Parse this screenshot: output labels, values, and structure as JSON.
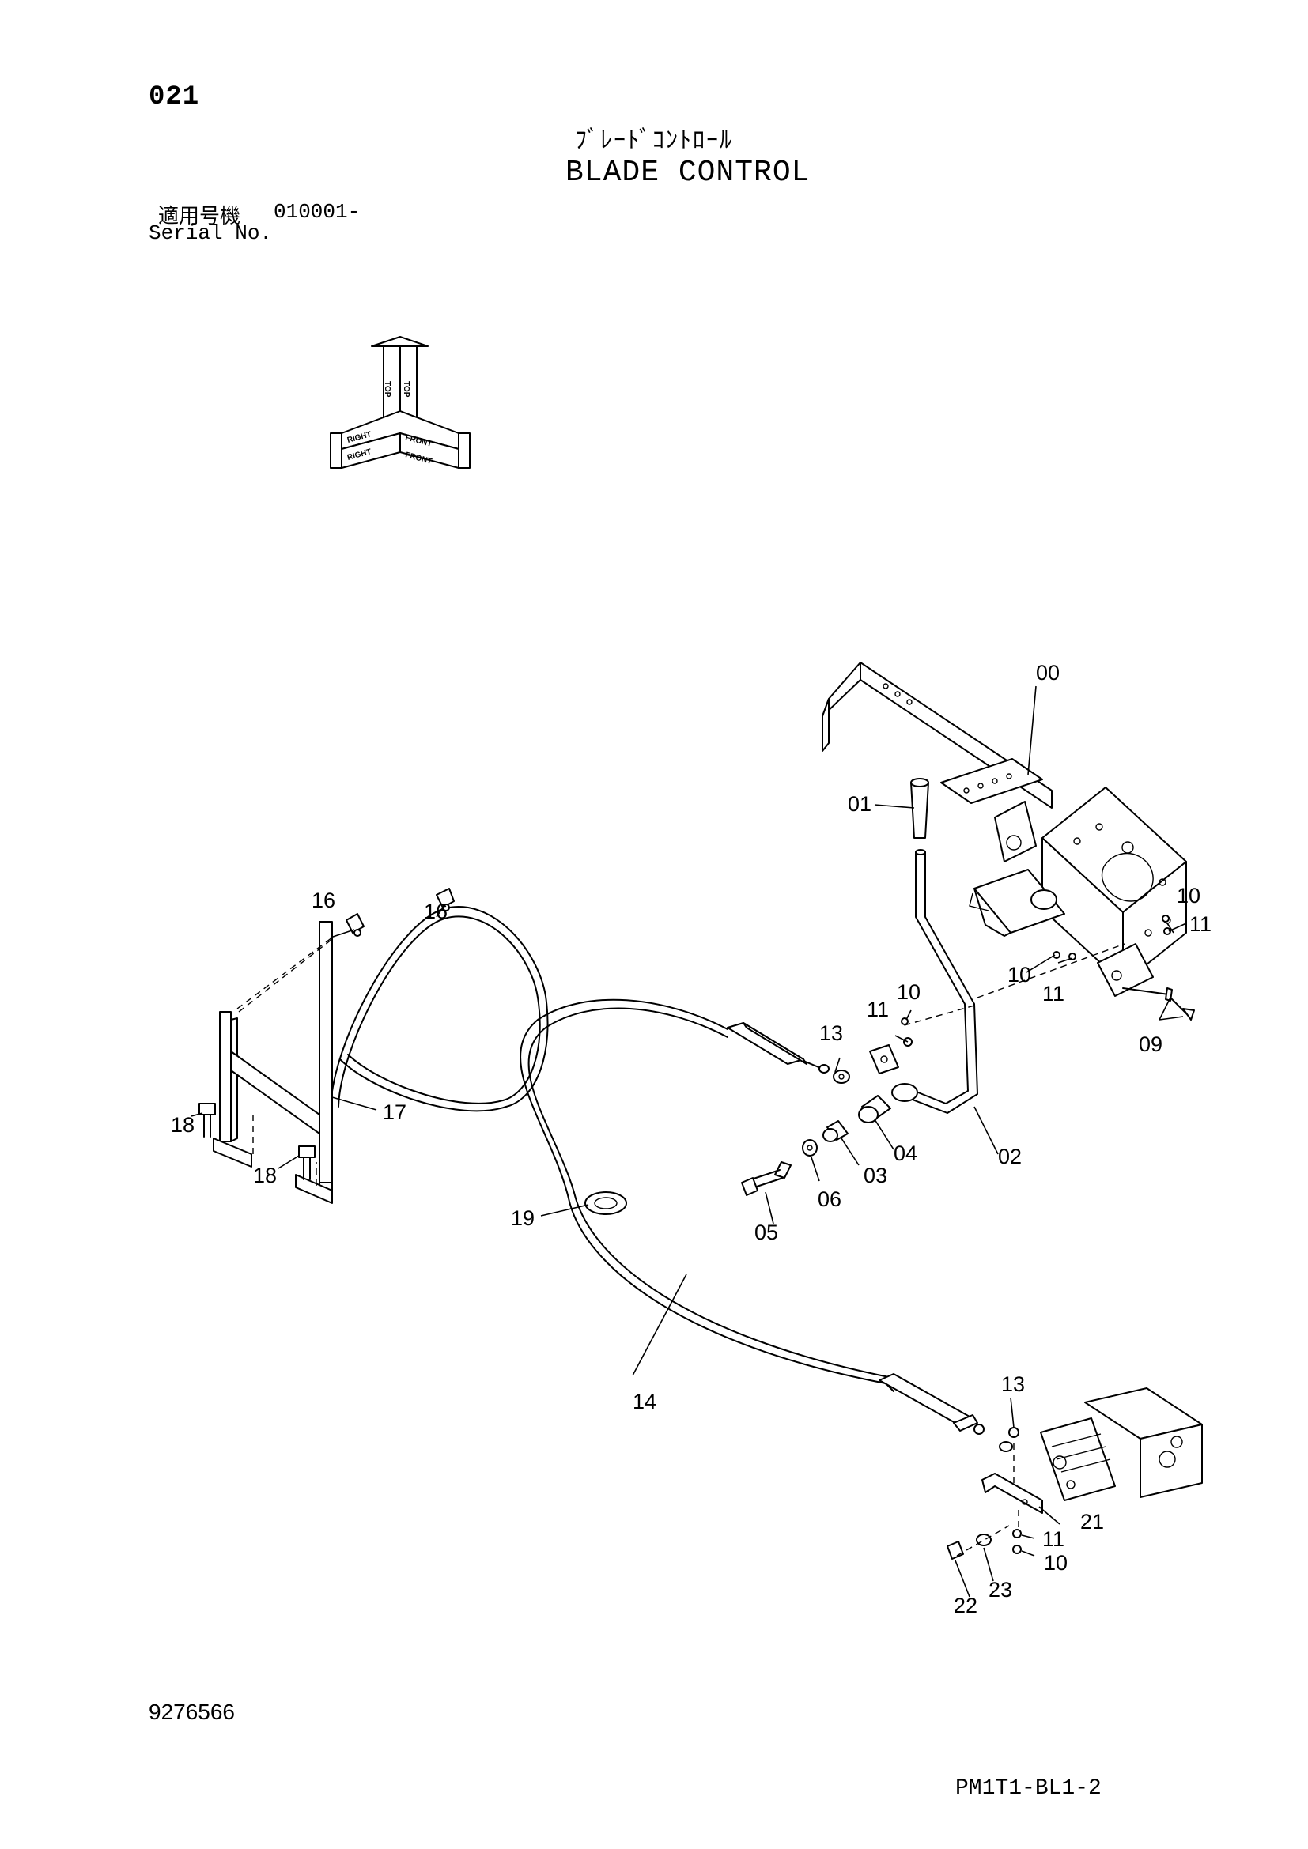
{
  "header": {
    "page_id": "021",
    "title_jp": "ﾌﾞﾚｰﾄﾞｺﾝﾄﾛｰﾙ",
    "title_en": "BLADE CONTROL",
    "serial_label_jp": "適用号機",
    "serial_value": "010001-",
    "serial_label_en": "Serial No."
  },
  "orientation": {
    "top": "TOP",
    "right": "RIGHT",
    "front": "FRONT"
  },
  "callouts": {
    "c00": "00",
    "c01": "01",
    "c02": "02",
    "c03": "03",
    "c04": "04",
    "c05": "05",
    "c06": "06",
    "c09": "09",
    "c10a": "10",
    "c11a": "11",
    "c10b": "10",
    "c11b": "11",
    "c11c": "11",
    "c10c": "10",
    "c13a": "13",
    "c13b": "13",
    "c14": "14",
    "c16a": "16",
    "c16b": "16",
    "c17": "17",
    "c18a": "18",
    "c18b": "18",
    "c19": "19",
    "c21": "21",
    "c11d": "11",
    "c10d": "10",
    "c22": "22",
    "c23": "23"
  },
  "footer": {
    "doc_number": "9276566",
    "page_code": "PM1T1-BL1-2"
  }
}
